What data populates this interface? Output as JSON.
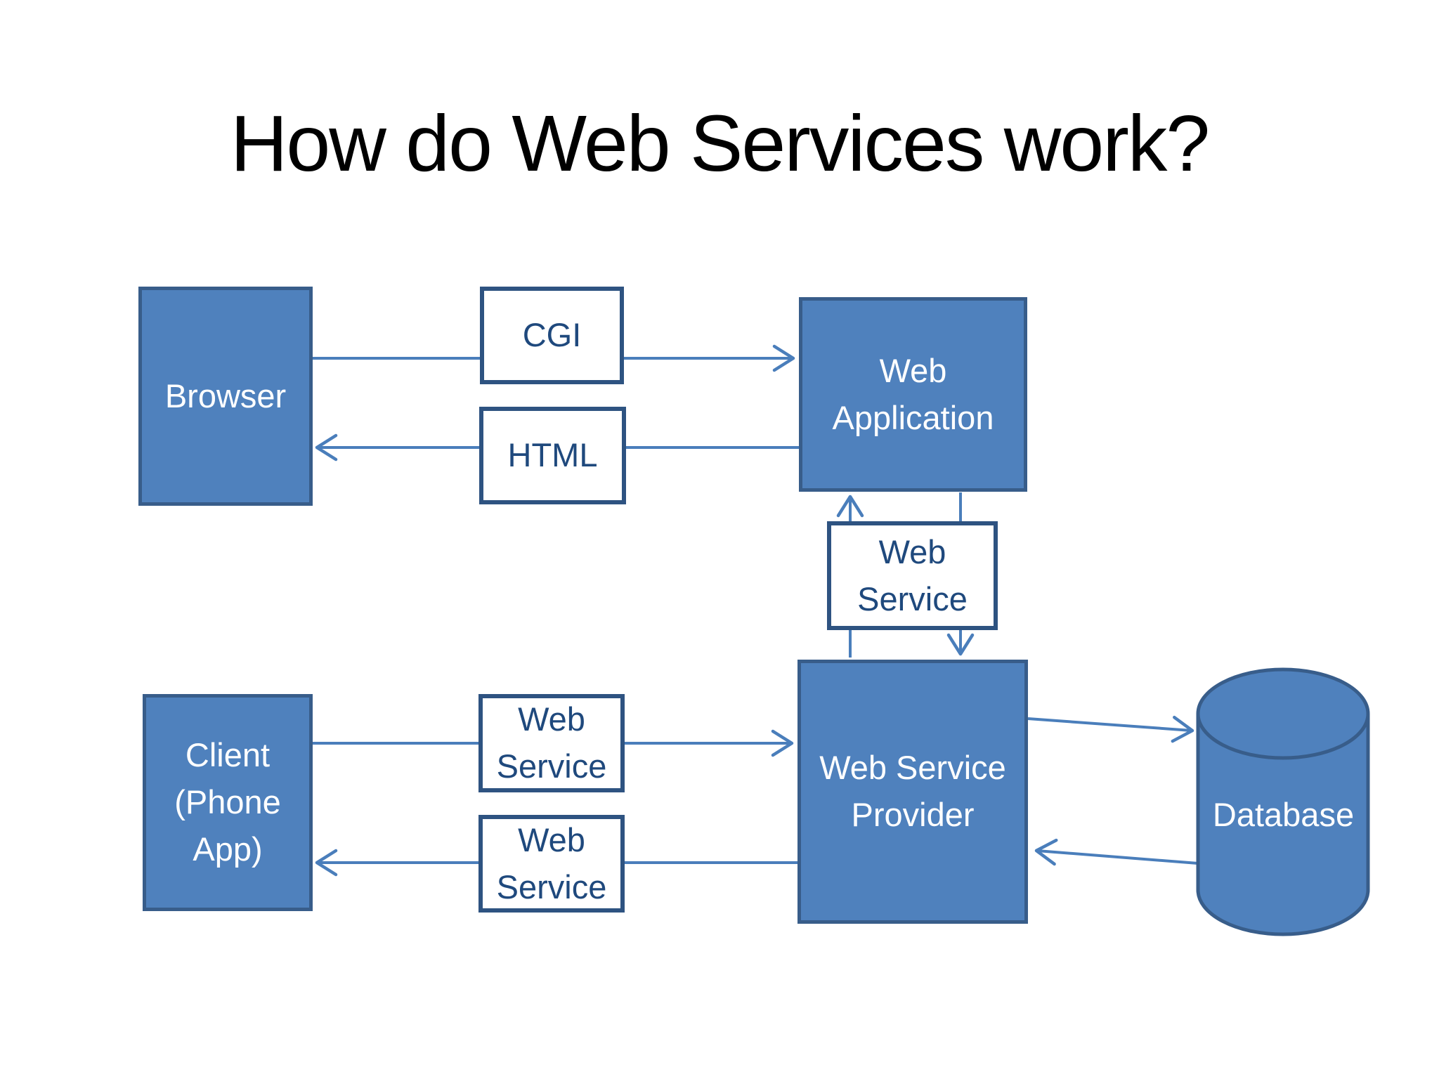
{
  "title": "How do Web Services work?",
  "colors": {
    "bg": "#ffffff",
    "titleColor": "#000000",
    "accent": "#4f81bd",
    "boxBorder": "#385d8a",
    "lightBoxBorder": "#2e5381",
    "darkText": "#1f497d",
    "line": "#4a7ebb"
  },
  "nodes": {
    "browser": {
      "label": "Browser"
    },
    "cgi": {
      "label": "CGI"
    },
    "html": {
      "label": "HTML"
    },
    "web_application": {
      "label": "Web Application"
    },
    "web_service_mid": {
      "label": "Web Service"
    },
    "client": {
      "label": "Client (Phone App)"
    },
    "web_service_upper": {
      "label": "Web Service"
    },
    "web_service_lower": {
      "label": "Web Service"
    },
    "web_service_provider": {
      "label": "Web Service Provider"
    },
    "database": {
      "label": "Database"
    }
  },
  "edges": [
    {
      "from": "Browser",
      "to": "Web Application",
      "via": "CGI"
    },
    {
      "from": "Web Application",
      "to": "Browser",
      "via": "HTML"
    },
    {
      "from": "Web Service Provider",
      "to": "Web Application",
      "via": "Web Service"
    },
    {
      "from": "Web Application",
      "to": "Web Service Provider",
      "via": "Web Service"
    },
    {
      "from": "Client (Phone App)",
      "to": "Web Service Provider",
      "via": "Web Service"
    },
    {
      "from": "Web Service Provider",
      "to": "Client (Phone App)",
      "via": "Web Service"
    },
    {
      "from": "Web Service Provider",
      "to": "Database"
    },
    {
      "from": "Database",
      "to": "Web Service Provider"
    }
  ]
}
